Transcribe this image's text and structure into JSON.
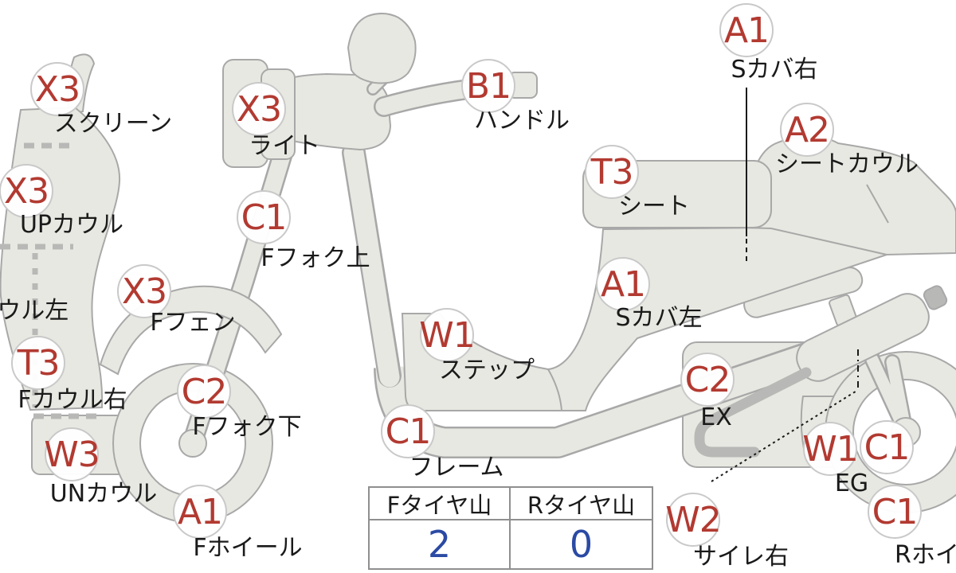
{
  "colors": {
    "body_fill": "#e8e8e2",
    "body_outline": "#a8a8a8",
    "pipe": "#b8b8b6",
    "circle_border": "#c9c9c9",
    "code": "#b23a31",
    "label": "#1a1a1a",
    "table_border": "#8f8f8f",
    "value_blue": "#2b4aa4",
    "dash": "#b8b8b6",
    "annot": "#1a1a1a"
  },
  "markers": [
    {
      "code": "X3",
      "part": "スクリーン"
    },
    {
      "code": "X3",
      "part": "UPカウル"
    },
    {
      "code": "",
      "part": "Fカウル左"
    },
    {
      "code": "T3",
      "part": "Fカウル右"
    },
    {
      "code": "W3",
      "part": "UNカウル"
    },
    {
      "code": "X3",
      "part": "Fフェン"
    },
    {
      "code": "C2",
      "part": "Fフォク下"
    },
    {
      "code": "A1",
      "part": "Fホイール"
    },
    {
      "code": "X3",
      "part": "ライト"
    },
    {
      "code": "C1",
      "part": "Fフォク上"
    },
    {
      "code": "B1",
      "part": "ハンドル"
    },
    {
      "code": "W1",
      "part": "ステップ"
    },
    {
      "code": "C1",
      "part": "フレーム"
    },
    {
      "code": "A1",
      "part": "Sカバ右"
    },
    {
      "code": "T3",
      "part": "シート"
    },
    {
      "code": "A2",
      "part": "シートカウル"
    },
    {
      "code": "A1",
      "part": "Sカバ左"
    },
    {
      "code": "C2",
      "part": "EX"
    },
    {
      "code": "W1",
      "part": "EG"
    },
    {
      "code": "C1",
      "part": ""
    },
    {
      "code": "C1",
      "part": "Rホイール"
    },
    {
      "code": "W2",
      "part": "サイレ右"
    }
  ],
  "tire_table": {
    "headers": [
      "Fタイヤ山",
      "Rタイヤ山"
    ],
    "values": [
      "2",
      "0"
    ]
  }
}
